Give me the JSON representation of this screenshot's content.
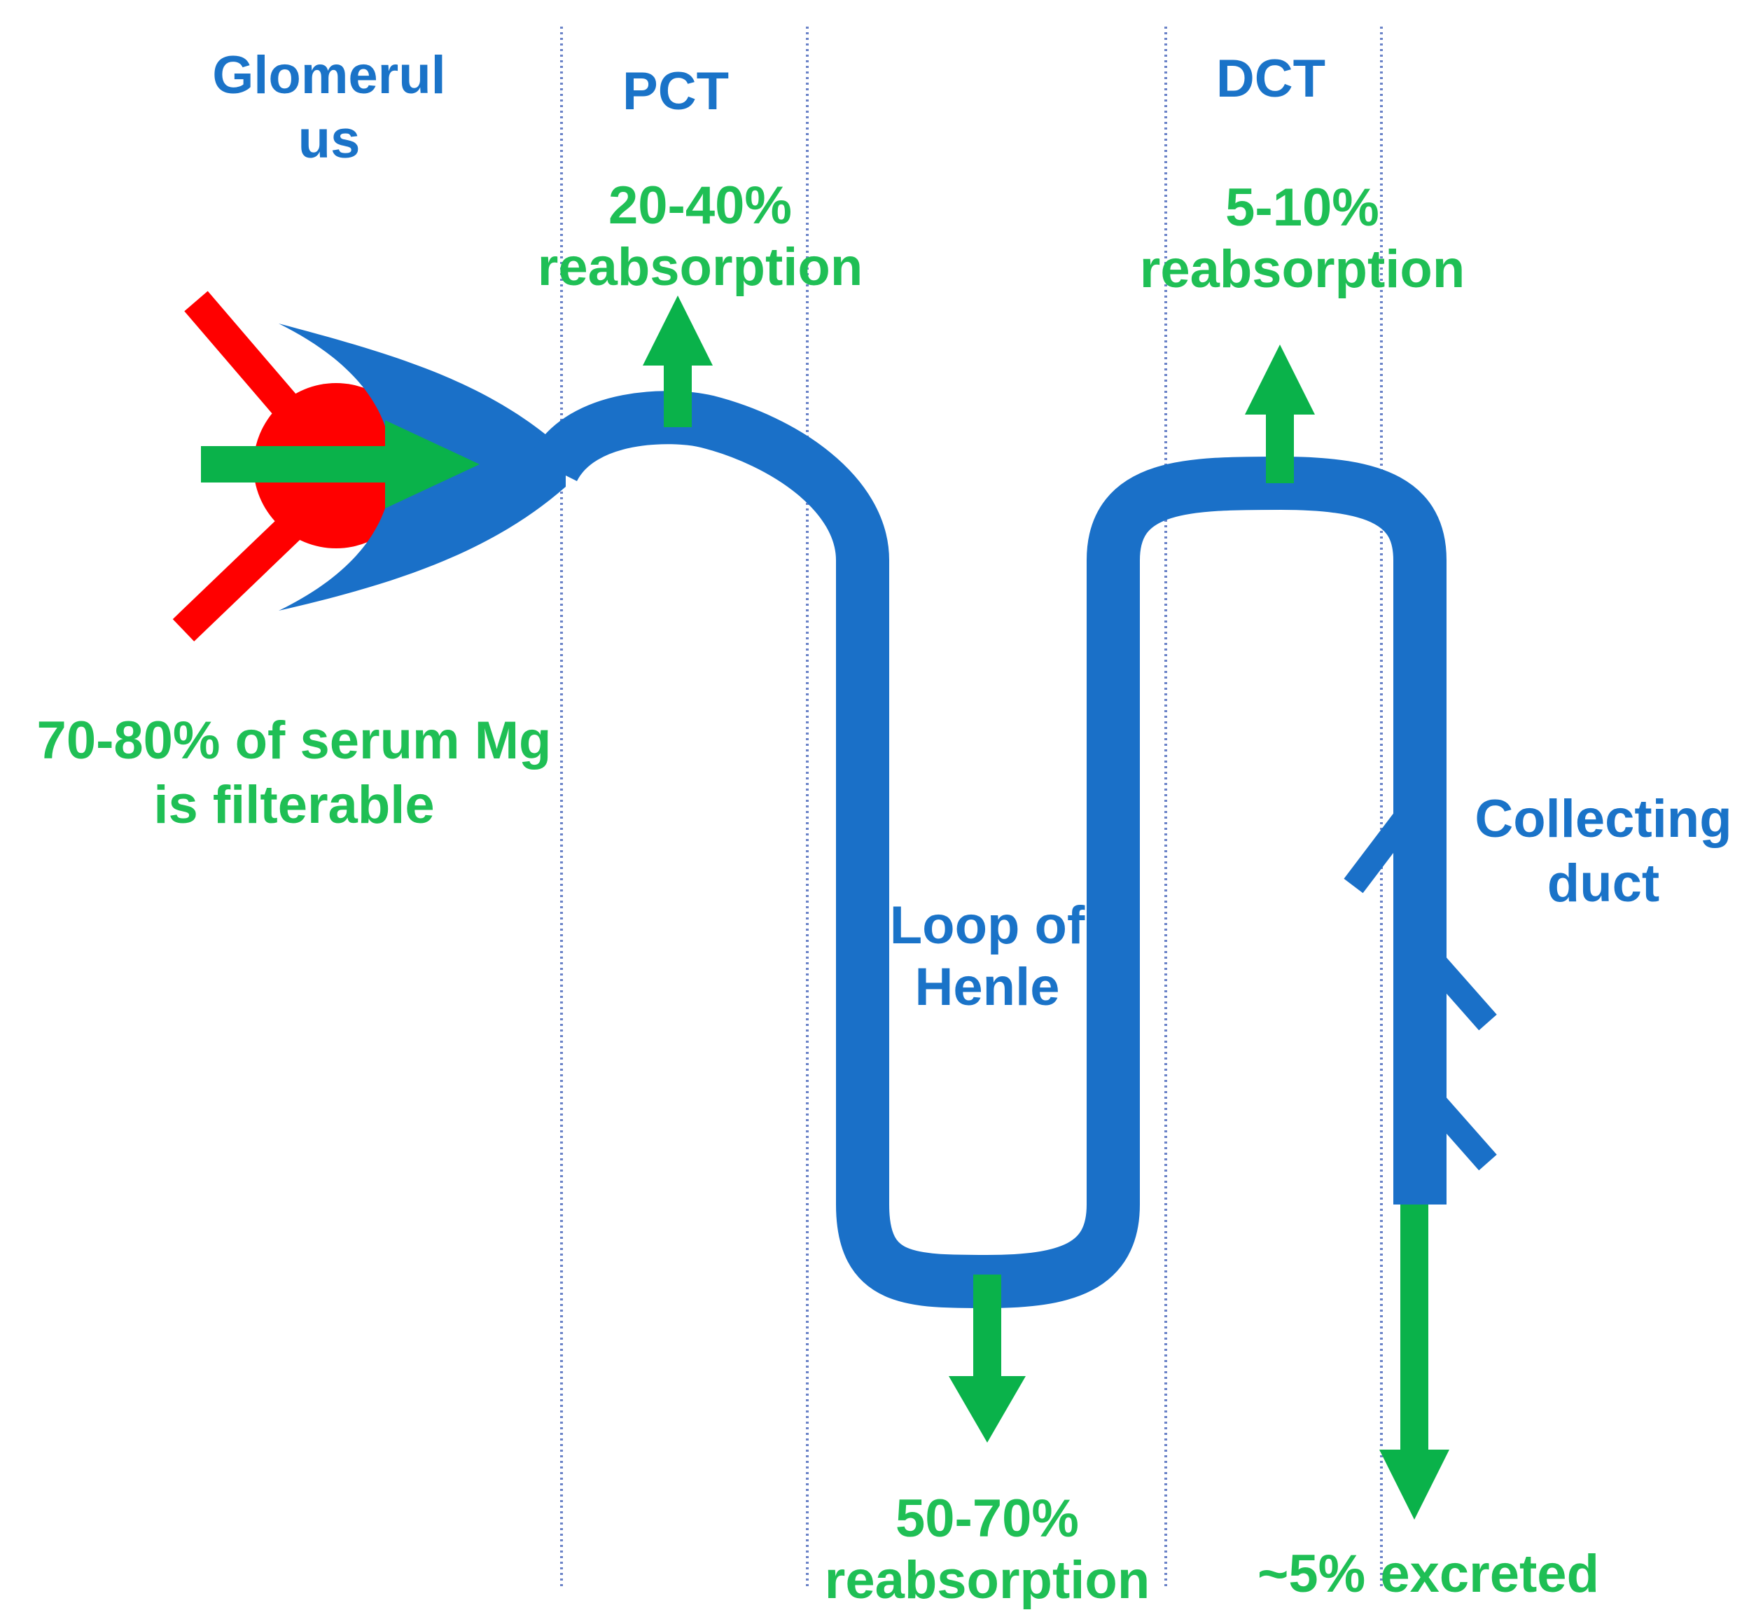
{
  "colors": {
    "tubule": "#1a70c8",
    "arrow": "#0ab24a",
    "vessel": "#ff0000",
    "divider": "#6b83c8",
    "blue_text": "#1a73c8",
    "green_text": "#1fbf55"
  },
  "regions": {
    "glomerulus": "Glomerul\nus",
    "pct": "PCT",
    "dct": "DCT",
    "loop": "Loop of\nHenle",
    "collecting": "Collecting\nduct"
  },
  "annotations": {
    "filterable": "70-80% of serum Mg\nis filterable",
    "pct_reabsorption": "20-40%\nreabsorption",
    "dct_reabsorption": "5-10%\nreabsorption",
    "loop_reabsorption": "50-70%\nreabsorption",
    "excreted": "~5% excreted"
  }
}
